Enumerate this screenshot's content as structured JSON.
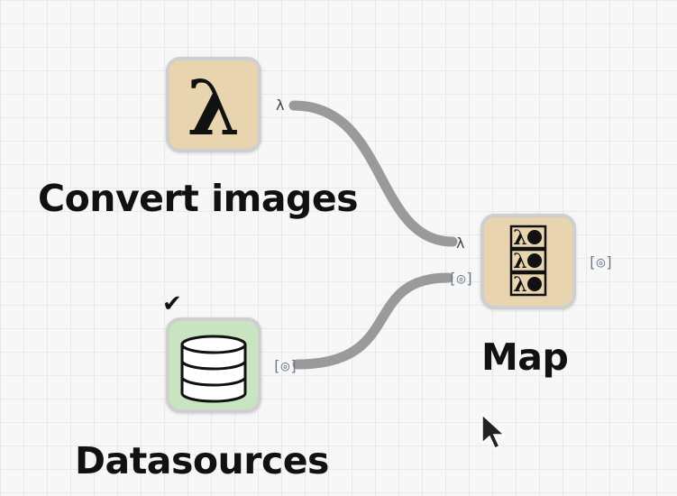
{
  "nodes": {
    "convert": {
      "label": "Convert images",
      "icon": "lambda-icon",
      "glyph": "λ",
      "output_port": "λ",
      "fill": "#e8d5b0"
    },
    "datasources": {
      "label": "Datasources",
      "icon": "database-icon",
      "status_icon": "✔",
      "output_port": "[◎]",
      "fill": "#c9e4c1"
    },
    "map": {
      "label": "Map",
      "icon": "map-function-icon",
      "input_port_function": "λ",
      "input_port_stream": "[◎]",
      "output_port": "[◎]",
      "fill": "#e8d5b0"
    }
  },
  "colors": {
    "edge": "#9a9a9a",
    "node_border": "#cfcfcf"
  }
}
